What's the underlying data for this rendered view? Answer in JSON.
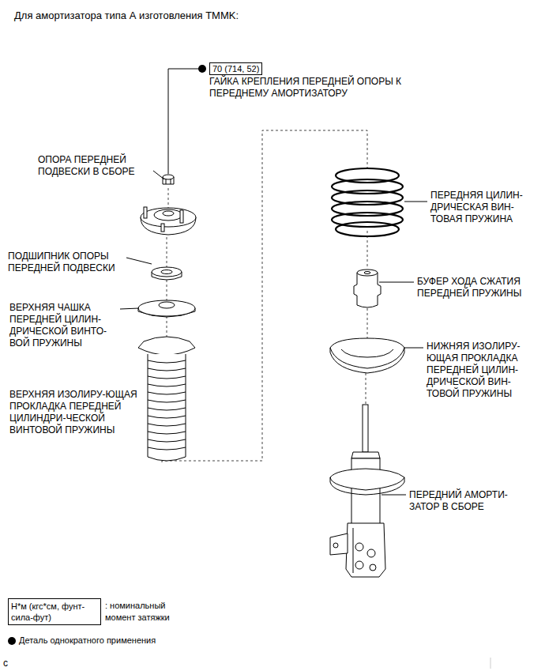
{
  "diagram": {
    "title": "Для амортизатора типа А изготовления TMMK:",
    "nodes": [
      {
        "text": [
          "70 (714, 52)"
        ]
      },
      {
        "text": [
          "Н*м (кгс*см, фунт-сила-фут)"
        ]
      }
    ],
    "labels": [
      "ГАЙКА КРЕПЛЕНИЯ ПЕРЕДНЕЙ ОПОРЫ К ПЕРЕДНЕМУ АМОРТИЗАТОРУ",
      "ОПОРА ПЕРЕДНЕЙ ПОДВЕСКИ В СБОРЕ",
      "ПОДШИПНИК ОПОРЫ ПЕРЕДНЕЙ ПОДВЕСКИ",
      "ВЕРХНЯЯ ЧАШКА ПЕРЕДНЕЙ ЦИЛИН-ДРИЧЕСКОЙ ВИНТО-ВОЙ ПРУЖИНЫ",
      "ВЕРХНЯЯ ИЗОЛИРУ-ЮЩАЯ ПРОКЛАДКА ПЕРЕДНЕЙ ЦИЛИНДРИ-ЧЕСКОЙ ВИНТОВОЙ ПРУЖИНЫ",
      "ПЕРЕДНЯЯ ЦИЛИН-ДРИЧЕСКАЯ ВИН-ТОВАЯ ПРУЖИНА",
      "БУФЕР ХОДА СЖАТИЯ ПЕРЕДНЕЙ ПРУЖИНЫ",
      "НИЖНЯЯ ИЗОЛИРУ-ЮЩАЯ ПРОКЛАДКА ПЕРЕДНЕЙ ЦИЛИН-ДРИЧЕСКОЙ ВИН-ТОВОЙ ПРУЖИНЫ",
      "ПЕРЕДНИЙ АМОРТИ-ЗАТОР В СБОРЕ",
      ": номинальный момент затяжки",
      "c"
    ],
    "legend": [
      {
        "text": "Деталь однократного применения"
      }
    ]
  }
}
